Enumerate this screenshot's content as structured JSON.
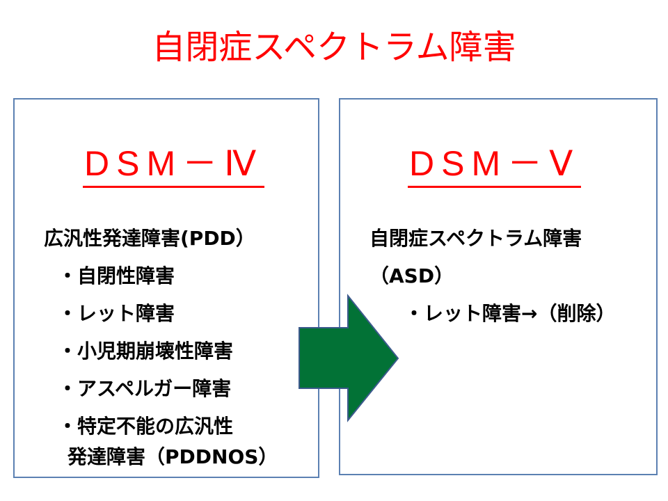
{
  "title": "自閉症スペクトラム障害",
  "left_panel": {
    "heading": "DSM－Ⅳ",
    "category": "広汎性発達障害(PDD）",
    "items": [
      "・自閉性障害",
      "・レット障害",
      "・小児期崩壊性障害",
      "・アスペルガー障害",
      "・特定不能の広汎性",
      "発達障害（PDDNOS）"
    ]
  },
  "right_panel": {
    "heading": "DSM－Ⅴ",
    "category_line1": "自閉症スペクトラム障害",
    "category_line2": "（ASD）",
    "items": [
      "・レット障害→（削除）"
    ]
  },
  "arrow": {
    "icon": "right-arrow-icon",
    "color": "#027236",
    "stroke": "#3c5a8c"
  },
  "colors": {
    "title": "#ff0000",
    "heading": "#ff0000",
    "border": "#5b80b2",
    "text": "#000000"
  }
}
